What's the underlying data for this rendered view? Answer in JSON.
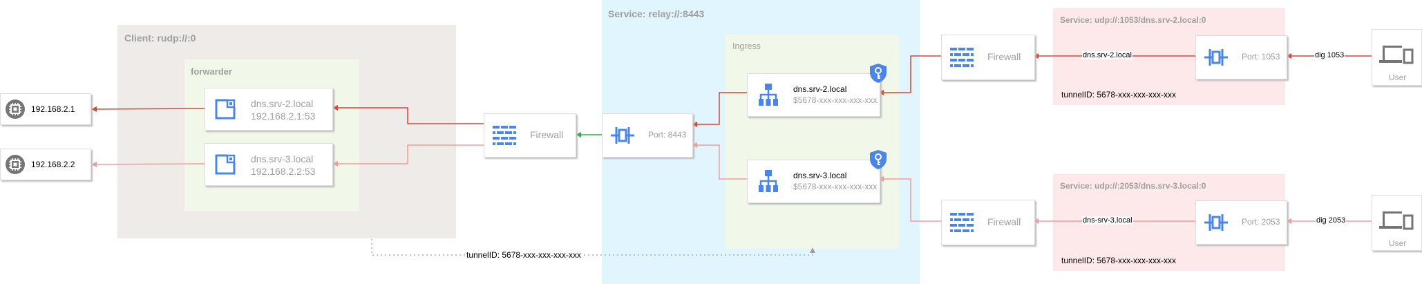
{
  "client": {
    "title": "Client: rudp://:0",
    "forwarder_title": "forwarder"
  },
  "service": {
    "title": "Service: relay://:8443",
    "ingress_title": "Ingress"
  },
  "hosts": [
    {
      "ip": "192.168.2.1"
    },
    {
      "ip": "192.168.2.2"
    }
  ],
  "forwarder_nodes": [
    {
      "name": "dns.srv-2.local",
      "addr": "192.168.2.1:53"
    },
    {
      "name": "dns.srv-3.local",
      "addr": "192.168.2.2:53"
    }
  ],
  "firewall_label": "Firewall",
  "relay_port": {
    "label": "Port: 8443"
  },
  "ingress_nodes": [
    {
      "name": "dns.srv-2.local",
      "id": "$5678-xxx-xxx-xxx-xxx"
    },
    {
      "name": "dns.srv-3.local",
      "id": "$5678-xxx-xxx-xxx-xxx"
    }
  ],
  "tunnel_label": "tunnelID: 5678-xxx-xxx-xxx-xxx",
  "services": [
    {
      "title": "Service: udp://:1053/dns.srv-2.local:0",
      "port": "Port: 1053",
      "tunnel": "tunnelID: 5678-xxx-xxx-xxx-xxx",
      "edge_label": "dns.srv-2.local",
      "dig": "dig 1053"
    },
    {
      "title": "Service: udp://:2053/dns.srv-3.local:0",
      "port": "Port: 2053",
      "tunnel": "tunnelID: 5678-xxx-xxx-xxx-xxx",
      "edge_label": "dns-srv-3.local",
      "dig": "dig 2053"
    }
  ],
  "user_label": "User",
  "colors": {
    "client_bg": "#eeebe9",
    "forwarder_bg": "#f1f8e9",
    "service_bg": "#e1f5fe",
    "ingress_bg": "#f1f8e9",
    "svc_bg": "#fde8ea",
    "active_edge": "#db4437",
    "inactive_edge": "#f19b97",
    "green_edge": "#34a853",
    "icon_blue": "#4a86e8"
  }
}
